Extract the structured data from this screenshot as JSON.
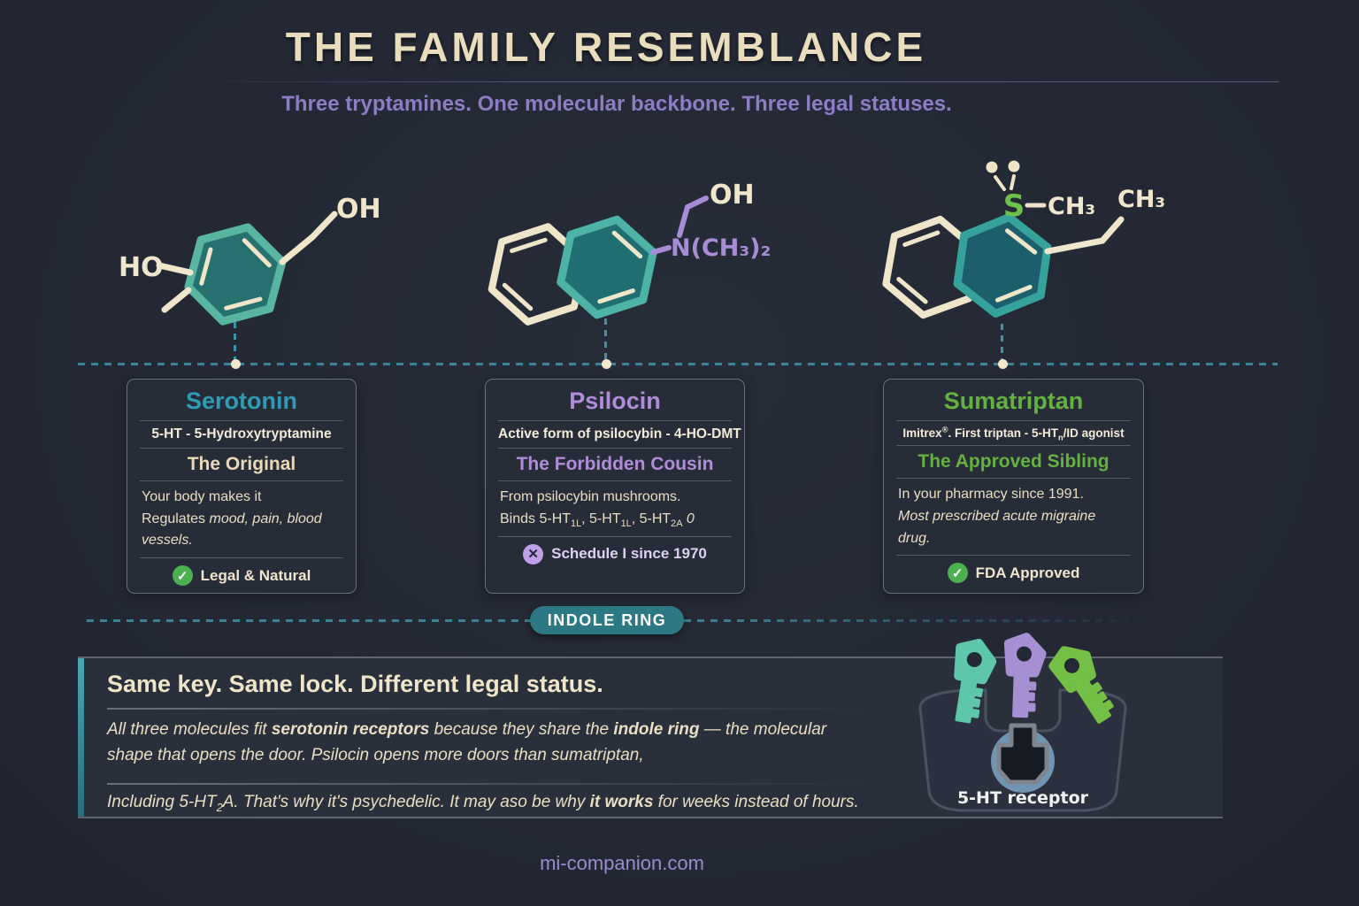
{
  "colors": {
    "background": "#232834",
    "title_cream": "#e9ddbe",
    "subtitle_purple": "#8c7dc5",
    "teal_ring": "#2f9cb3",
    "serotonin_accent": "#2f9cb3",
    "psilocin_accent": "#b18cd9",
    "sumatriptan_accent": "#63b23f",
    "badge_bg": "#2c7884",
    "check_green": "#4caf50",
    "x_purple": "#bfa0e8",
    "cream_text": "#e9dfc2"
  },
  "header": {
    "title": "THE FAMILY RESEMBLANCE",
    "subtitle": "Three tryptamines. One molecular backbone. Three legal statuses."
  },
  "molecules": {
    "serotonin": {
      "label_left": "HO",
      "label_top": "OH"
    },
    "psilocin": {
      "label_top": "OH",
      "label_amine": "N(CH₃)₂"
    },
    "sumatriptan": {
      "label_s": "S",
      "label_s_methyl": "CH₃",
      "label_ethyl": "CH₃"
    }
  },
  "cards": [
    {
      "name": "Serotonin",
      "subtitle": "5-HT - 5-Hydroxytryptamine",
      "tagline": "The Original",
      "body_line1": "Your body makes it",
      "body_line2": [
        {
          "t": "Regulates "
        },
        {
          "t": "mood, pain, blood vessels.",
          "i": true
        }
      ],
      "status": "Legal & Natural",
      "status_icon": "check",
      "status_icon_glyph": "✓"
    },
    {
      "name": "Psilocin",
      "subtitle": "Active form of psilocybin - 4-HO-DMT",
      "tagline": "The Forbidden Cousin",
      "body_line1": "From psilocybin mushrooms.",
      "body_line2": [
        {
          "t": "Binds 5-HT"
        },
        {
          "t": "1L",
          "sub": true
        },
        {
          "t": ", 5-HT"
        },
        {
          "t": "1L",
          "sub": true
        },
        {
          "t": ", 5-HT"
        },
        {
          "t": "2A",
          "sub": true
        },
        {
          "t": " 0",
          "i": true
        }
      ],
      "status": "Schedule I since 1970",
      "status_icon": "x",
      "status_icon_glyph": "✕"
    },
    {
      "name": "Sumatriptan",
      "subtitle": [
        {
          "t": "Imitrex",
          "b": true
        },
        {
          "t": "®",
          "sup": true,
          "b": true
        },
        {
          "t": ".  First triptan - 5-HT"
        },
        {
          "t": "n",
          "sub": true
        },
        {
          "t": "/ID agonist"
        }
      ],
      "tagline": "The Approved Sibling",
      "body_line1": "In your pharmacy since 1991.",
      "body_line2": [
        {
          "t": "Most prescribed acute migraine drug.",
          "i": true
        }
      ],
      "status": "FDA Approved",
      "status_icon": "check",
      "status_icon_glyph": "✓"
    }
  ],
  "badge": {
    "label": "INDOLE RING"
  },
  "panel": {
    "heading": "Same key. Same lock. Different legal status.",
    "para1": [
      {
        "t": "All three molecules fit ",
        "i": true
      },
      {
        "t": "serotonin receptors",
        "i": true,
        "b": true
      },
      {
        "t": " because they share the ",
        "i": true
      },
      {
        "t": "indole ring",
        "i": true,
        "b": true
      },
      {
        "t": " — the molecular shape that opens the door. Psilocin opens more doors than sumatriptan,",
        "i": true
      }
    ],
    "para2": [
      {
        "t": "Including 5-HT",
        "i": true
      },
      {
        "t": "2",
        "i": true,
        "sub": true
      },
      {
        "t": "A. That's why it's psychedelic. It may aso be why ",
        "i": true
      },
      {
        "t": "it works",
        "i": true,
        "b": true
      },
      {
        "t": " for weeks instead of hours.",
        "i": true
      }
    ]
  },
  "receptor": {
    "label": "5-HT receptor"
  },
  "footer": {
    "site": "mi-companion.com"
  }
}
